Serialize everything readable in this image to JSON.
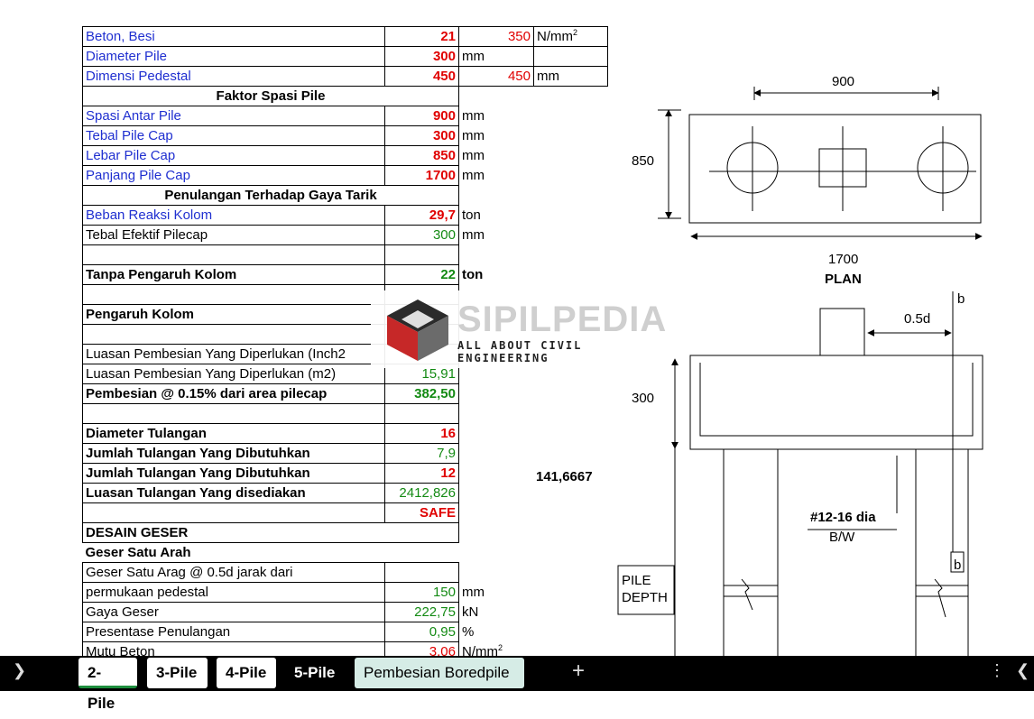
{
  "rows": [
    {
      "label": "Beton, Besi",
      "v1": "21",
      "v2": "350",
      "unit": "N/mm",
      "unit_sup": "2"
    },
    {
      "label": "Diameter Pile",
      "v1": "300",
      "unit": "mm"
    },
    {
      "label": "Dimensi Pedestal",
      "v1": "450",
      "v2": "450",
      "unit": "mm"
    },
    {
      "heading": "Faktor Spasi Pile"
    },
    {
      "label": "Spasi Antar Pile",
      "v1": "900",
      "unit": "mm"
    },
    {
      "label": "Tebal Pile Cap",
      "v1": "300",
      "unit": "mm"
    },
    {
      "label": "Lebar Pile Cap",
      "v1": "850",
      "unit": "mm"
    },
    {
      "label": "Panjang Pile Cap",
      "v1": "1700",
      "unit": "mm"
    },
    {
      "heading": "Penulangan Terhadap Gaya Tarik"
    },
    {
      "label": "Beban Reaksi Kolom",
      "v1": "29,7",
      "unit": "ton"
    },
    {
      "label": "Tebal Efektif Pilecap",
      "v1": "300",
      "unit": "mm"
    },
    {
      "label": "Tanpa Pengaruh Kolom",
      "v1": "22",
      "unit": "ton"
    },
    {
      "label": "Pengaruh Kolom"
    },
    {
      "label": "Luasan Pembesian Yang Diperlukan (Inch2"
    },
    {
      "label": "Luasan Pembesian Yang Diperlukan (m2)",
      "v1": "15,91"
    },
    {
      "label": "Pembesian @ 0.15% dari area pilecap",
      "v1": "382,50"
    },
    {
      "label": "Diameter Tulangan",
      "v1": "16"
    },
    {
      "label": "Jumlah Tulangan Yang Dibutuhkan",
      "v1": "7,9"
    },
    {
      "label": "Jumlah Tulangan Yang Dibutuhkan",
      "v1": "12"
    },
    {
      "label": "Luasan Tulangan Yang disediakan",
      "v1": "2412,826"
    },
    {
      "v1": "SAFE"
    },
    {
      "label": "DESAIN GESER"
    },
    {
      "label": "Geser Satu Arah"
    },
    {
      "label": "Geser Satu Arag @ 0.5d jarak dari"
    },
    {
      "label": "permukaan pedestal",
      "v1": "150",
      "unit": "mm"
    },
    {
      "label": "Gaya Geser",
      "v1": "222,75",
      "unit": "kN"
    },
    {
      "label": "Presentase Penulangan",
      "v1": "0,95",
      "unit": "%"
    },
    {
      "label": "Mutu Beton",
      "v1": "3,06",
      "unit": "N/mm",
      "unit_sup": "2"
    }
  ],
  "extra_value": "141,6667",
  "diagram": {
    "plan_width": "900",
    "plan_height": "850",
    "plan_length": "1700",
    "plan_title": "PLAN",
    "section_b_top": "b",
    "section_half_d": "0.5d",
    "section_thickness": "300",
    "rebar_label": "#12-16 dia",
    "rebar_sub": "B/W",
    "section_b_bottom": "b",
    "pile_depth_1": "PILE",
    "pile_depth_2": "DEPTH"
  },
  "watermark": {
    "title": "SIPILPEDIA",
    "subtitle": "ALL ABOUT CIVIL ENGINEERING"
  },
  "tabs": [
    "2-Pile",
    "3-Pile",
    "4-Pile",
    "5-Pile",
    "Pembesian Boredpile"
  ],
  "active_tab": "2-Pile",
  "add_sheet": "+"
}
